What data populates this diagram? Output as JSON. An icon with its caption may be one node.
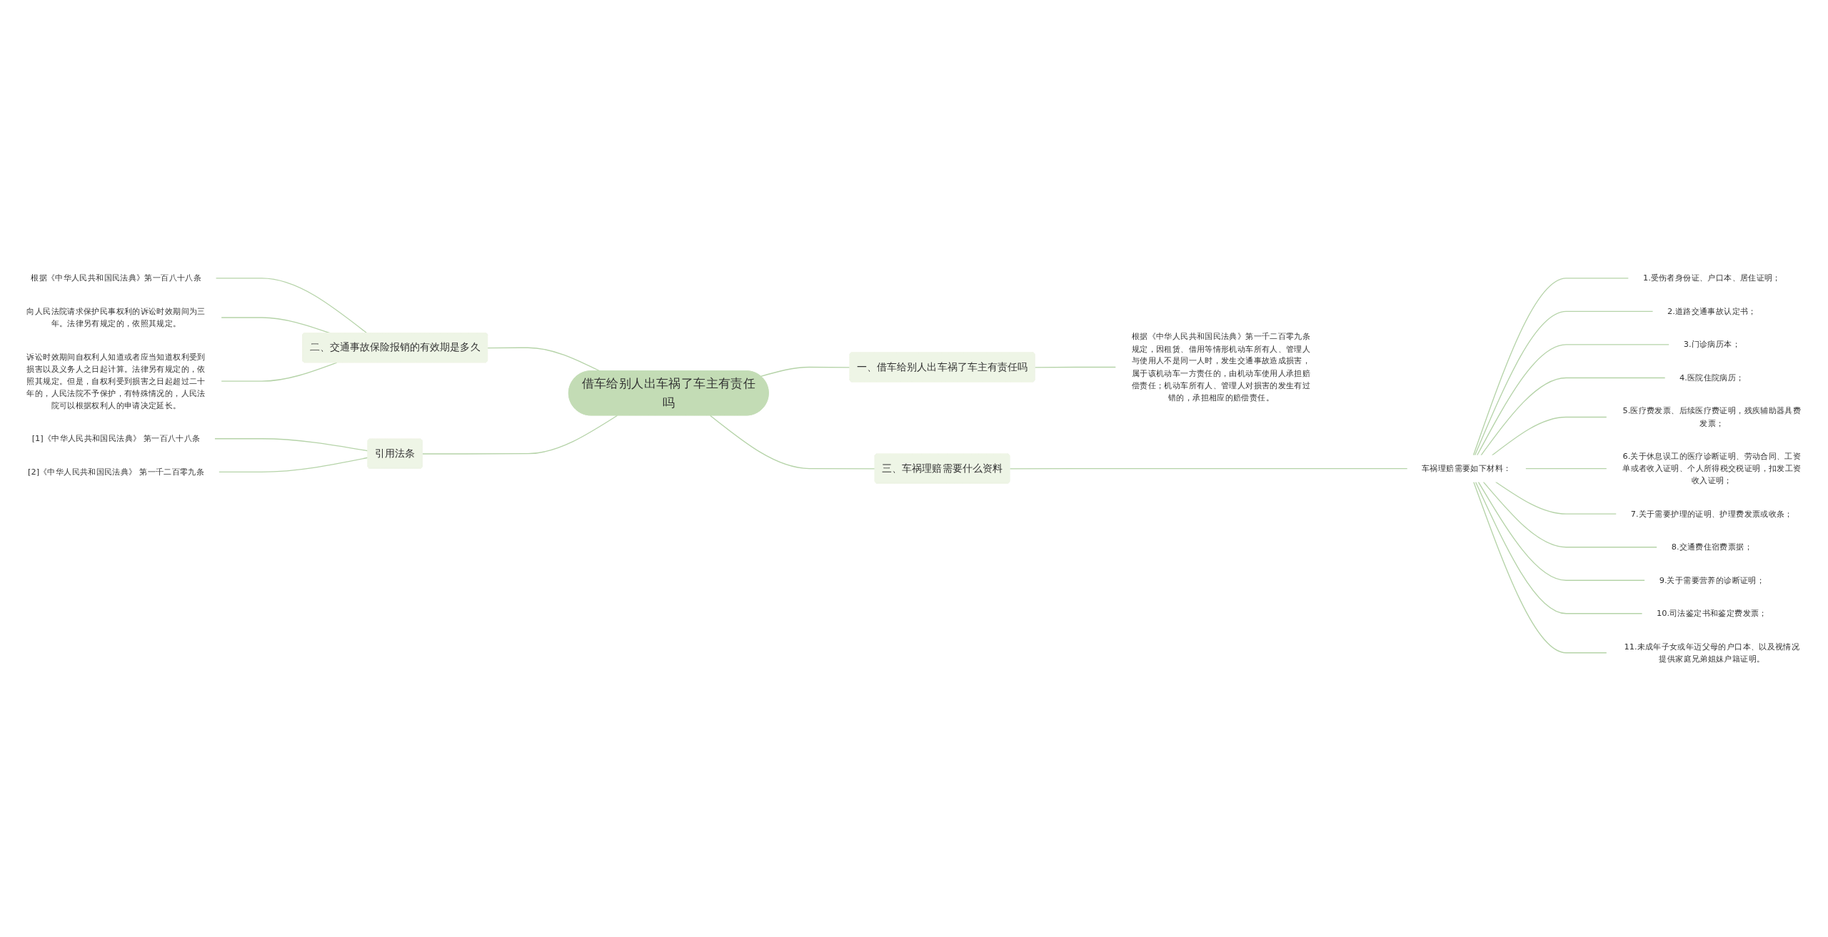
{
  "diagram": {
    "nodes": [
      {
        "text": [
          "借车给别人出车祸了车主有责任吗"
        ]
      },
      {
        "text": [
          "一、借车给别人出车祸了车主有责任吗"
        ]
      },
      {
        "text": [
          "根据《中华人民共和国民法典》第一千二百零九条规定，因租赁、借用等情形机动车所有人、管理人与使用人不是同一人时，发生交通事故造成损害，属于该机动车一方责任的，由机动车使用人承担赔偿责任；机动车所有人、管理人对损害的发生有过错的，承担相应的赔偿责任。"
        ]
      },
      {
        "text": [
          "二、交通事故保险报销的有效期是多久"
        ]
      },
      {
        "text": [
          "根据《中华人民共和国民法典》第一百八十八条"
        ]
      },
      {
        "text": [
          "向人民法院请求保护民事权利的诉讼时效期间为三年。法律另有规定的，依照其规定。"
        ]
      },
      {
        "text": [
          "诉讼时效期间自权利人知道或者应当知道权利受到损害以及义务人之日起计算。法律另有规定的，依照其规定。但是，自权利受到损害之日起超过二十年的，人民法院不予保护，有特殊情况的，人民法院可以根据权利人的申请决定延长。"
        ]
      },
      {
        "text": [
          "引用法条"
        ]
      },
      {
        "text": [
          "[1]《中华人民共和国民法典》 第一百八十八条"
        ]
      },
      {
        "text": [
          "[2]《中华人民共和国民法典》 第一千二百零九条"
        ]
      },
      {
        "text": [
          "三、车祸理赔需要什么资料"
        ]
      },
      {
        "text": [
          "车祸理赔需要如下材料："
        ]
      },
      {
        "text": [
          "1.受伤者身份证、户口本、居住证明；"
        ]
      },
      {
        "text": [
          "2.道路交通事故认定书；"
        ]
      },
      {
        "text": [
          "3.门诊病历本；"
        ]
      },
      {
        "text": [
          "4.医院住院病历；"
        ]
      },
      {
        "text": [
          "5.医疗费发票、后续医疗费证明，残疾辅助器具费发票；"
        ]
      },
      {
        "text": [
          "6.关于休息误工的医疗诊断证明、劳动合同、工资单或者收入证明、个人所得税交税证明，扣发工资收入证明；"
        ]
      },
      {
        "text": [
          "7.关于需要护理的证明、护理费发票或收条；"
        ]
      },
      {
        "text": [
          "8.交通费住宿费票据；"
        ]
      },
      {
        "text": [
          "9.关于需要营养的诊断证明；"
        ]
      },
      {
        "text": [
          "10.司法鉴定书和鉴定费发票；"
        ]
      },
      {
        "text": [
          "11.未成年子女或年迈父母的户口本、以及视情况提供家庭兄弟姐妹户籍证明。"
        ]
      }
    ],
    "edges": [
      {
        "from": 0,
        "to": 1,
        "arrow": "none"
      },
      {
        "from": 1,
        "to": 2,
        "arrow": "none"
      },
      {
        "from": 0,
        "to": 3,
        "arrow": "none"
      },
      {
        "from": 3,
        "to": 4,
        "arrow": "none"
      },
      {
        "from": 3,
        "to": 5,
        "arrow": "none"
      },
      {
        "from": 3,
        "to": 6,
        "arrow": "none"
      },
      {
        "from": 0,
        "to": 7,
        "arrow": "none"
      },
      {
        "from": 7,
        "to": 8,
        "arrow": "none"
      },
      {
        "from": 7,
        "to": 9,
        "arrow": "none"
      },
      {
        "from": 0,
        "to": 10,
        "arrow": "none"
      },
      {
        "from": 10,
        "to": 11,
        "arrow": "none"
      },
      {
        "from": 11,
        "to": 12,
        "arrow": "none"
      },
      {
        "from": 11,
        "to": 13,
        "arrow": "none"
      },
      {
        "from": 11,
        "to": 14,
        "arrow": "none"
      },
      {
        "from": 11,
        "to": 15,
        "arrow": "none"
      },
      {
        "from": 11,
        "to": 16,
        "arrow": "none"
      },
      {
        "from": 11,
        "to": 17,
        "arrow": "none"
      },
      {
        "from": 11,
        "to": 18,
        "arrow": "none"
      },
      {
        "from": 11,
        "to": 19,
        "arrow": "none"
      },
      {
        "from": 11,
        "to": 20,
        "arrow": "none"
      },
      {
        "from": 11,
        "to": 21,
        "arrow": "none"
      },
      {
        "from": 11,
        "to": 22,
        "arrow": "none"
      }
    ]
  }
}
